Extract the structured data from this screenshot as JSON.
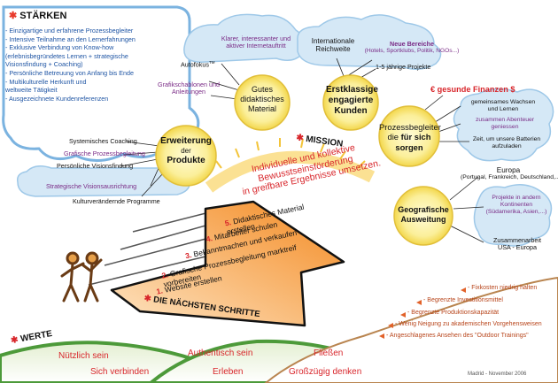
{
  "staerken": {
    "title": "STÄRKEN",
    "items": [
      "- Einzigartige und erfahrene Prozessbegleiter",
      "- Intensive Teilnahme an den Lernerfahrungen",
      "- Exklusive Verbindung von Know-how",
      "  (erlebnisbegründetes Lernen + strategische",
      "  Visionsfindung + Coaching)",
      "- Persönliche Betreuung von Anfang bis Ende",
      "- Multikulturelle Herkunft und",
      "  weltweite Tätigkeit",
      "- Ausgezeichnete Kundenreferenzen"
    ]
  },
  "circles": {
    "material": "Gutes didaktisches Material",
    "kunden": "Erstklassige engagierte Kunden",
    "erweiterung_1": "Erweiterung",
    "erweiterung_2": "der",
    "erweiterung_3": "Produkte",
    "prozess_1": "Prozessbegleiter",
    "prozess_2": "die",
    "prozess_3": "für sich",
    "prozess_4": "sorgen",
    "geo": "Geografische Ausweitung"
  },
  "material_notes": {
    "klarer": "Klarer, interessanter und aktiver Internetauftritt",
    "autofokus": "Autofokus",
    "tm": "TM",
    "grafik": "Grafikschablonen und Anleitungen"
  },
  "kunden_notes": {
    "intl": "Internationale Reichweite",
    "neue_title": "Neue Bereiche",
    "neue_sub": "(Hotels, Sportklubs, Politik, NGOs...)",
    "projekte": "1-5 jährige Projekte"
  },
  "produkte_notes": [
    "Systemisches Coaching",
    "Grafische Prozessbegleitung",
    "Persönliche Visionsfindung",
    "Strategische Visionsausrichtung",
    "Kulturverändernde Programme"
  ],
  "prozess_notes": {
    "finanzen": "€ gesunde Finanzen $",
    "wachsen": "gemeinsames Wachsen und Lernen",
    "abenteuer": "zusammen Abenteuer geniessen",
    "zeit": "Zeit, um unsere Batterien aufzuladen"
  },
  "geo_notes": {
    "europa_title": "Europa",
    "europa_sub": "(Portugal, Frankreich, Deutschland,...)",
    "projekte": "Projekte in andern Kontinenten (Südamerika, Asien,...)",
    "usa": "Zusammenarbeit USA - Europa"
  },
  "mission": {
    "title": "MISSION",
    "text_1": "Individuelle und kollektive",
    "text_2": "Bewusstseinsförderung",
    "text_3": "in greifbare Ergebnisse umsetzen."
  },
  "steps": {
    "title": "DIE NÄCHSTEN SCHRITTE",
    "items": [
      {
        "num": "1.",
        "text": "Website erstellen"
      },
      {
        "num": "2.",
        "text": "Grafische Prozessbegleitung marktreif vorbereiten"
      },
      {
        "num": "3.",
        "text": "Bekanntmachen und verkaufen"
      },
      {
        "num": "4.",
        "text": "Mitarbeiter schulen"
      },
      {
        "num": "5.",
        "text": "Didaktisches Material erstellen"
      }
    ]
  },
  "risks": [
    "- Fixkosten niedrig halten",
    "- Begrenzte Investitionsmittel",
    "- Begrenzte Produktionskapazität",
    "- Wenig Neigung zu akademischen Vorgehensweisen",
    "- Angeschlagenes Ansehen des \"Outdoor Trainings\""
  ],
  "werte": {
    "title": "WERTE",
    "items": [
      "Nützlich sein",
      "Authentisch sein",
      "Fließen",
      "Sich verbinden",
      "Erleben",
      "Großzügig denken"
    ]
  },
  "footer": "Madrid  -  November 2006",
  "colors": {
    "red": "#d8262b",
    "purple": "#7a2b86",
    "blue": "#2a5fa8",
    "arrow_orange": "#f6922e",
    "sun_yellow": "#f7e35a",
    "cloud_blue": "#9ec8e8"
  }
}
